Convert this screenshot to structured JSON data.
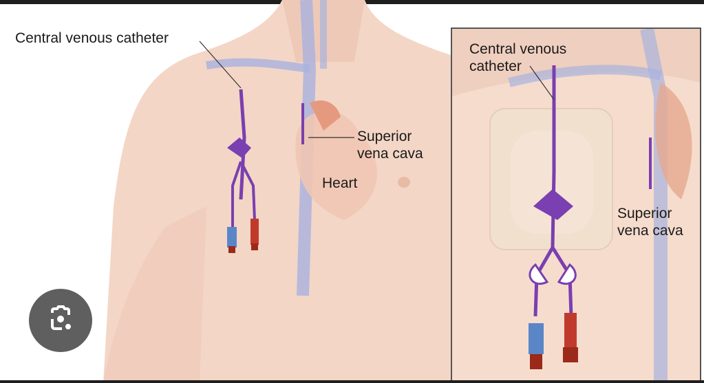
{
  "main_view": {
    "labels": {
      "catheter": "Central venous catheter",
      "svc_line1": "Superior",
      "svc_line2": "vena cava",
      "heart": "Heart"
    }
  },
  "inset_view": {
    "labels": {
      "catheter_line1": "Central venous",
      "catheter_line2": "catheter",
      "svc_line1": "Superior",
      "svc_line2": "vena cava"
    }
  },
  "overlay": {
    "lens_button_icon": "google-lens-icon"
  },
  "colors": {
    "skin": "#f3d6c6",
    "vein": "#9aa6d6",
    "catheter": "#7a3fb0",
    "cap_red": "#b03020",
    "hub_blue": "#5a86c8"
  }
}
